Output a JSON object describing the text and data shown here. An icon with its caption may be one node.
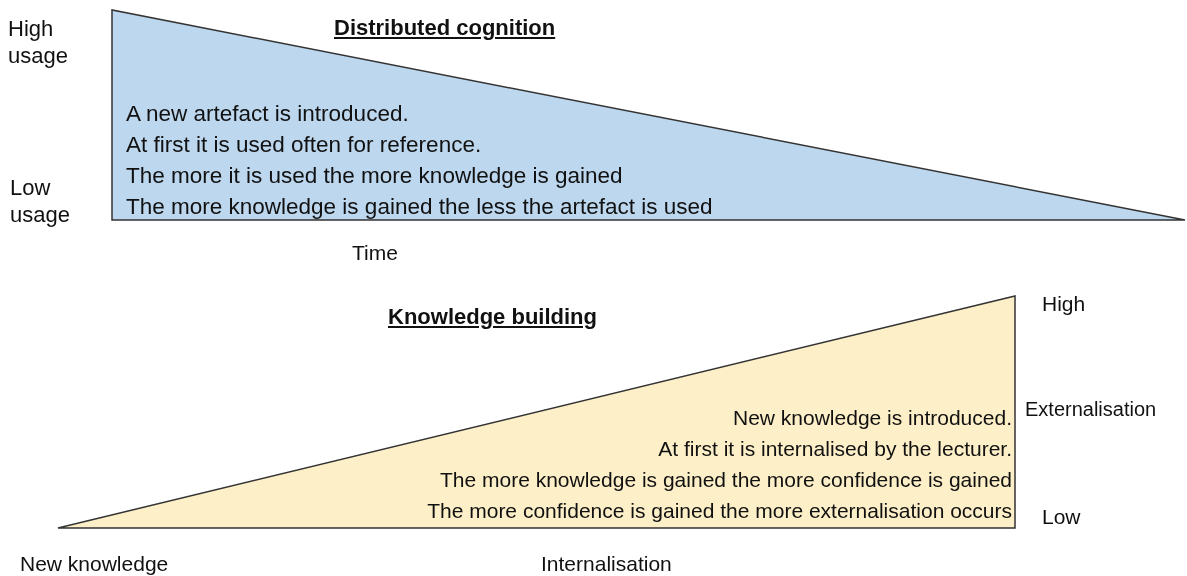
{
  "diagram": {
    "nodes": [
      {
        "text": [
          "Distributed cognition",
          "A new artefact is introduced.",
          "At first it is used often for reference.",
          "The more it is used the more knowledge is gained",
          "The more knowledge is gained the less the artefact is used"
        ]
      },
      {
        "text": [
          "Knowledge building",
          "New knowledge is introduced.",
          "At first it is internalised by the lecturer.",
          "The more knowledge is gained the more confidence is gained",
          "The more confidence is gained the more externalisation occurs"
        ]
      }
    ],
    "edges": [],
    "labels": [
      "High usage",
      "Low usage",
      "Time",
      "High",
      "Externalisation",
      "Low",
      "New knowledge",
      "Internalisation"
    ]
  }
}
